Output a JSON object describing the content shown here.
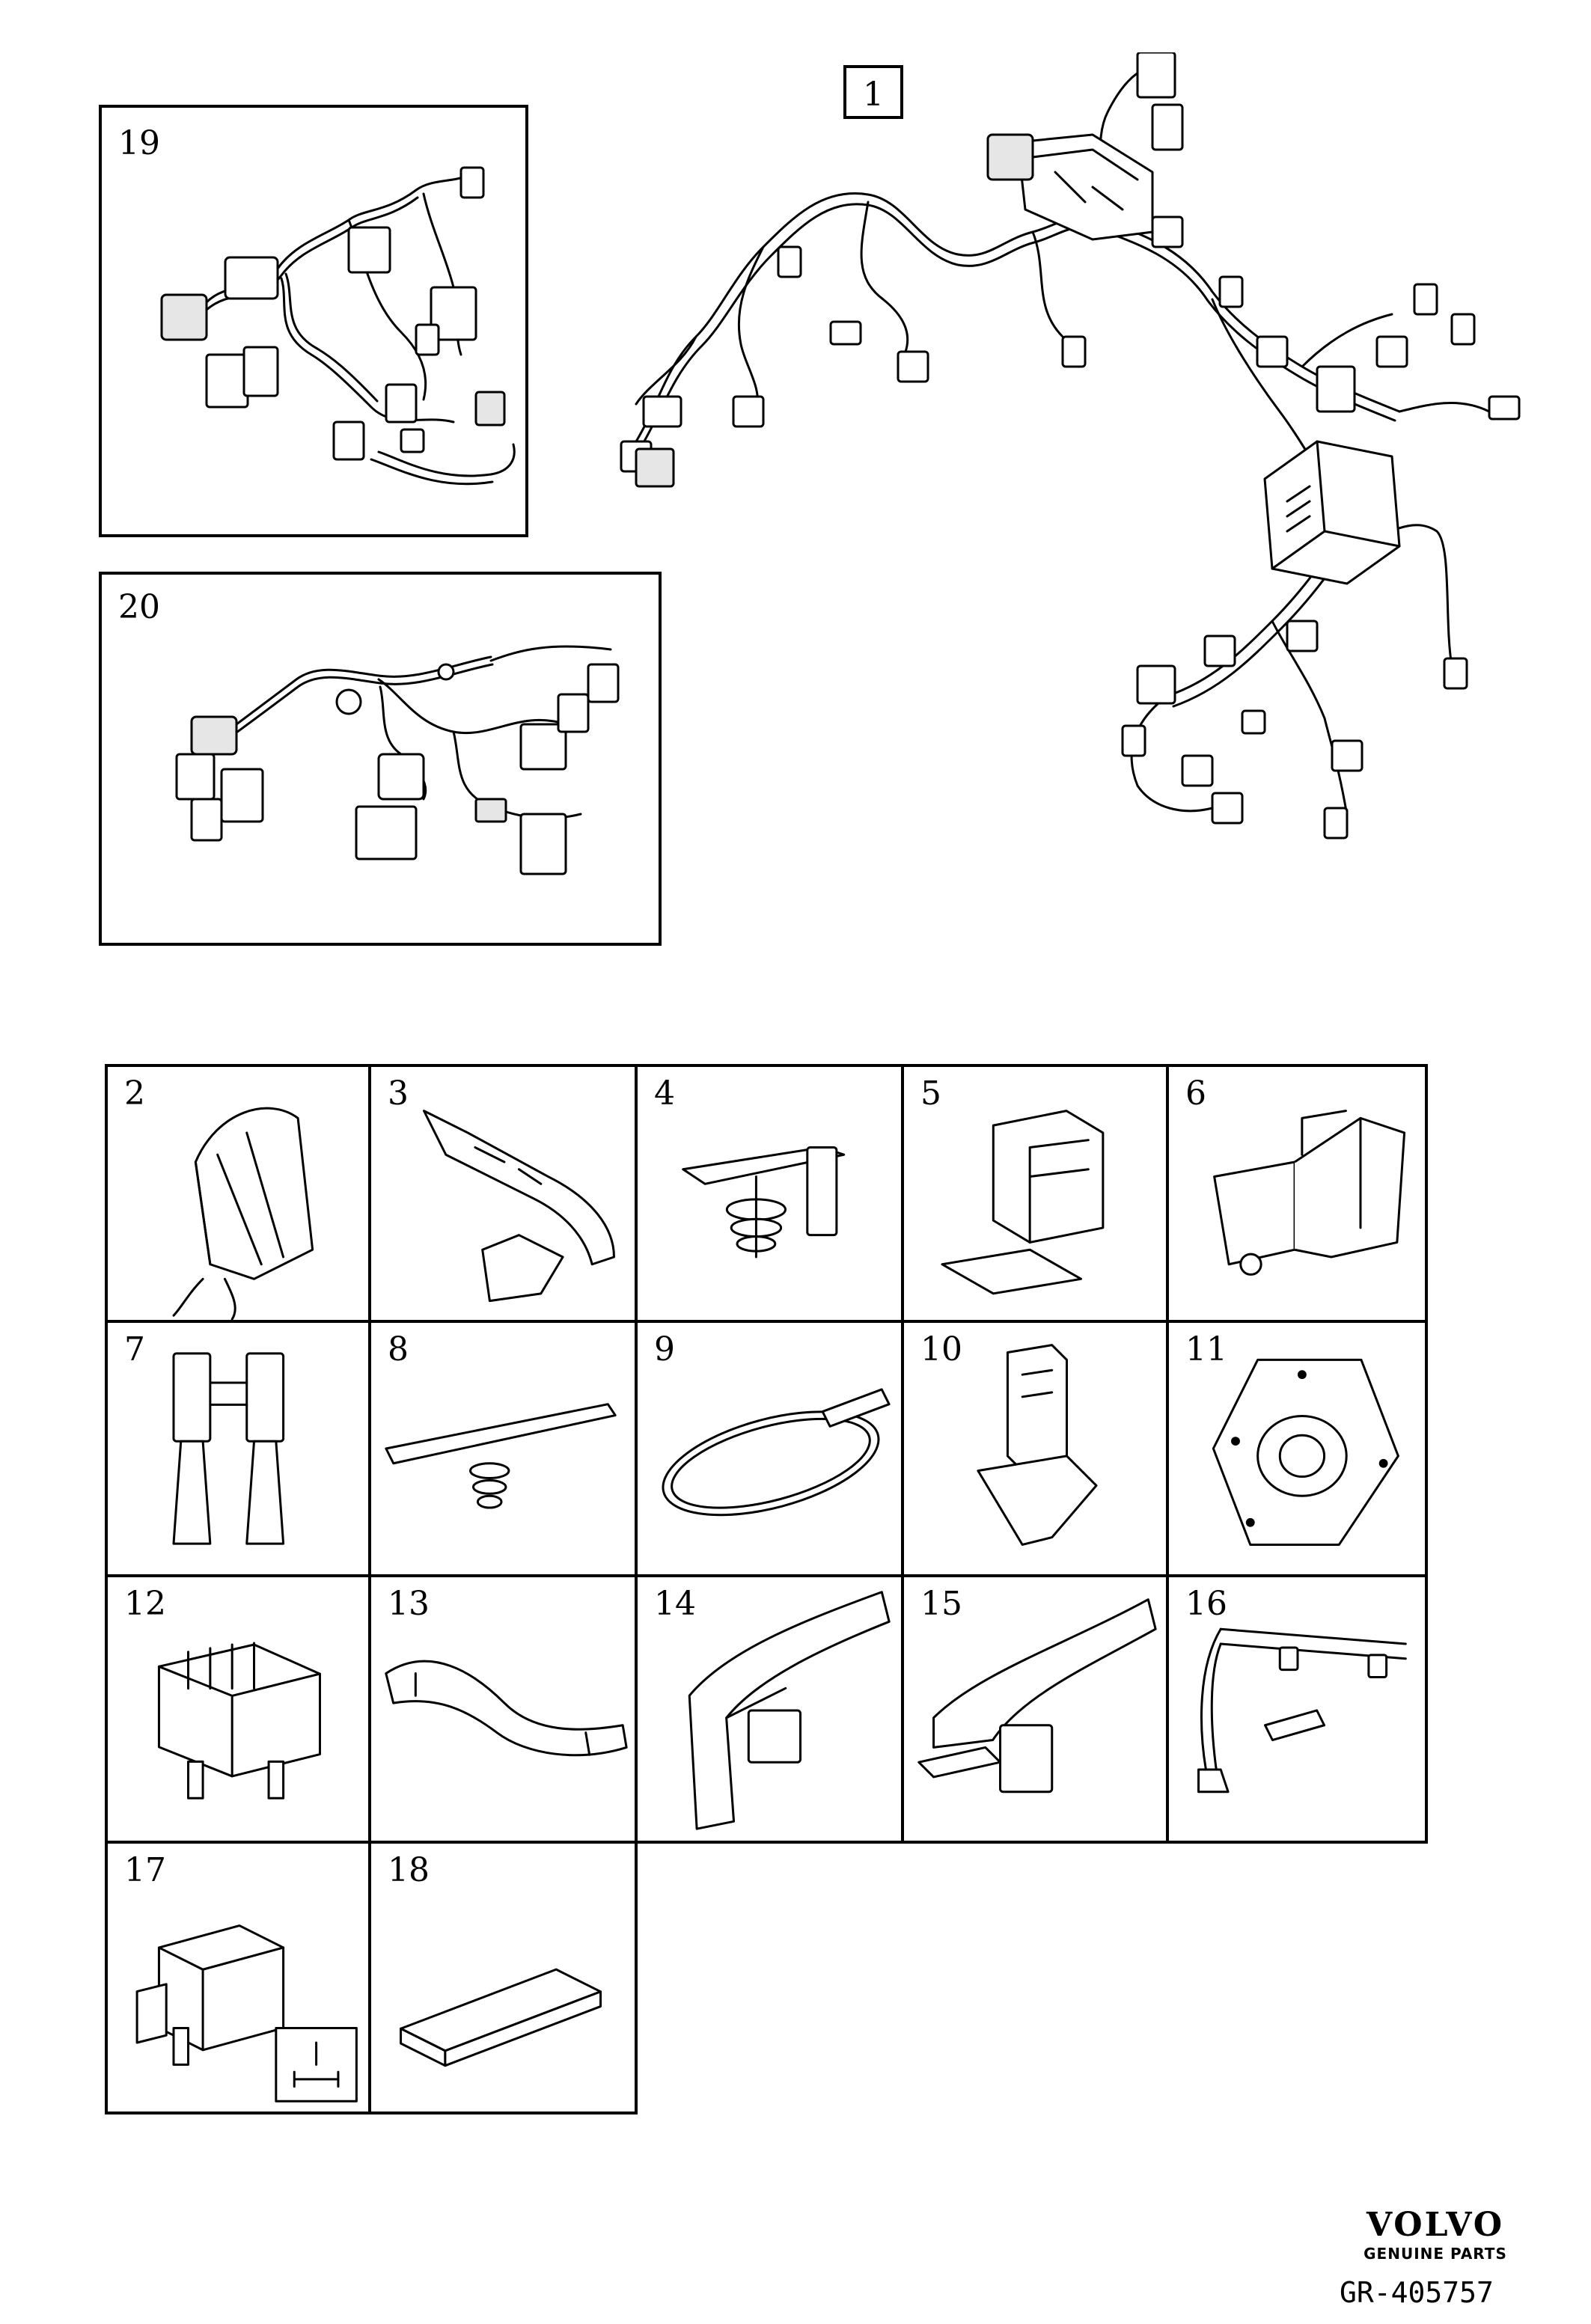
{
  "callouts": {
    "main_harness": "1",
    "box_19": "19",
    "box_20": "20"
  },
  "parts_grid": [
    {
      "label": "2",
      "icon": "wiring-bracket-icon"
    },
    {
      "label": "3",
      "icon": "cable-channel-icon"
    },
    {
      "label": "4",
      "icon": "fir-tree-clip-icon"
    },
    {
      "label": "5",
      "icon": "cable-holder-clip-icon"
    },
    {
      "label": "6",
      "icon": "mounting-bracket-icon"
    },
    {
      "label": "7",
      "icon": "double-connector-holder-icon"
    },
    {
      "label": "8",
      "icon": "edge-clip-rail-icon"
    },
    {
      "label": "9",
      "icon": "cable-tie-icon"
    },
    {
      "label": "10",
      "icon": "connector-bracket-icon"
    },
    {
      "label": "11",
      "icon": "grommet-icon"
    },
    {
      "label": "12",
      "icon": "connector-block-icon"
    },
    {
      "label": "13",
      "icon": "curved-cable-guide-icon"
    },
    {
      "label": "14",
      "icon": "harness-cover-icon"
    },
    {
      "label": "15",
      "icon": "harness-cover-left-icon"
    },
    {
      "label": "16",
      "icon": "bent-cable-guide-icon"
    },
    {
      "label": "17",
      "icon": "relay-icon"
    },
    {
      "label": "18",
      "icon": "foam-pad-icon"
    }
  ],
  "footer": {
    "brand": "VOLVO",
    "brand_sub": "GENUINE PARTS",
    "ref": "GR-405757"
  }
}
